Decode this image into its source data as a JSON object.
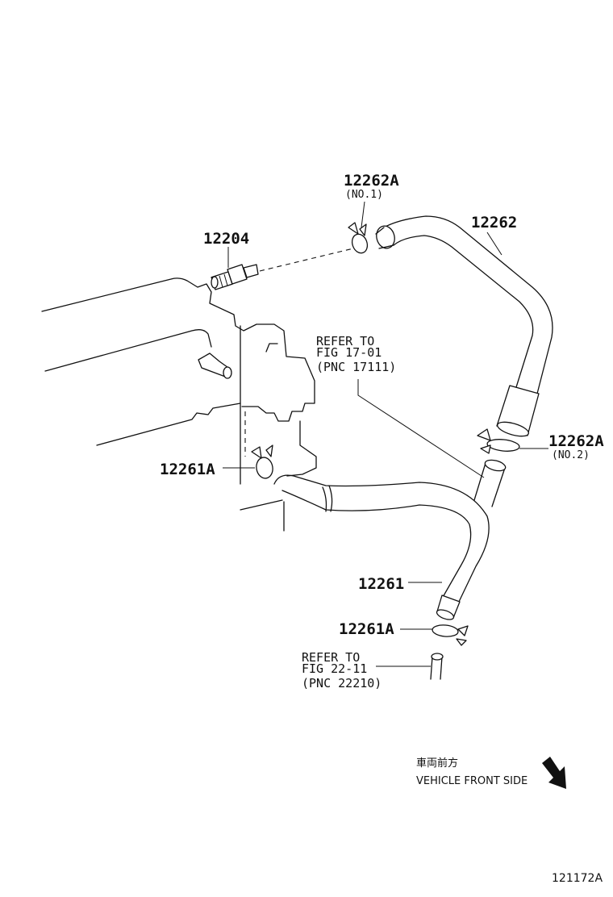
{
  "parts": {
    "p12262A_no1": {
      "number": "12262A",
      "note": "(NO.1)"
    },
    "p12262": {
      "number": "12262"
    },
    "p12204": {
      "number": "12204"
    },
    "p12262A_no2": {
      "number": "12262A",
      "note": "(NO.2)"
    },
    "p12261A_upper": {
      "number": "12261A"
    },
    "p12261": {
      "number": "12261"
    },
    "p12261A_lower": {
      "number": "12261A"
    }
  },
  "refs": {
    "ref1": {
      "line1": "REFER TO",
      "line2": "FIG 17-01",
      "line3": "(PNC 17111)"
    },
    "ref2": {
      "line1": "REFER TO",
      "line2": "FIG 22-11",
      "line3": "(PNC 22210)"
    }
  },
  "direction": {
    "jp": "車両前方",
    "en": "VEHICLE FRONT SIDE",
    "icon": "arrow-down-right-icon"
  },
  "figure_id": "121172A"
}
